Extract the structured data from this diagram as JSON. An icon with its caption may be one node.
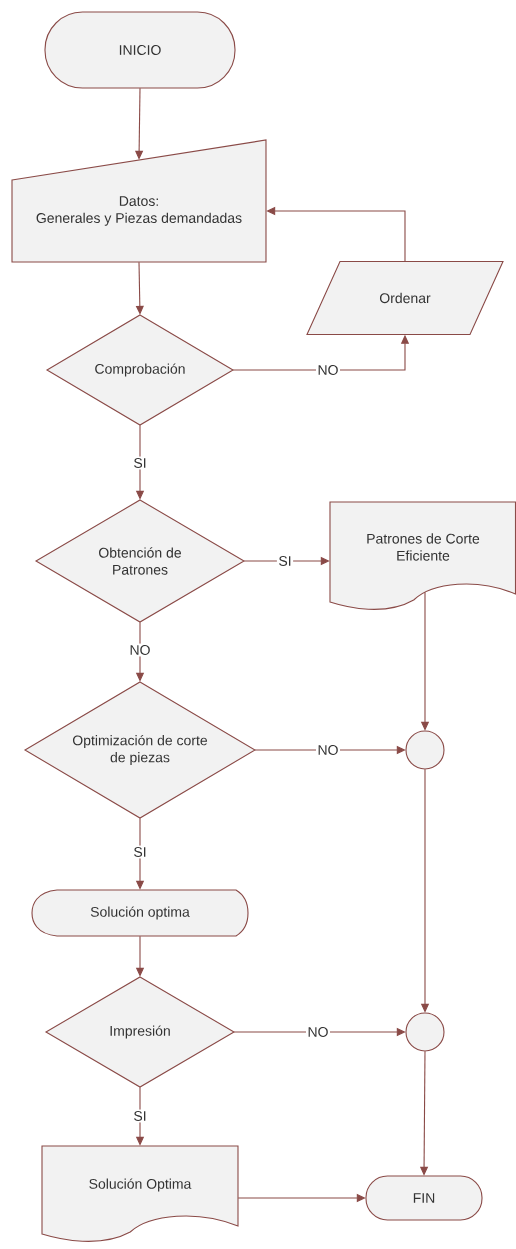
{
  "diagram": {
    "nodes": [
      {
        "text": [
          "INICIO"
        ]
      },
      {
        "text": [
          "Datos:",
          "Generales y Piezas demandadas"
        ]
      },
      {
        "text": [
          "Ordenar"
        ]
      },
      {
        "text": [
          "Comprobación"
        ]
      },
      {
        "text": [
          "Obtención de Patrones"
        ]
      },
      {
        "text": [
          "Patrones de Corte Eficiente"
        ]
      },
      {
        "text": [],
        "shape": "circle"
      },
      {
        "text": [
          "Optimización de corte de piezas"
        ]
      },
      {
        "text": [
          "Solución optima"
        ]
      },
      {
        "text": [
          "Impresión"
        ]
      },
      {
        "text": [],
        "shape": "circle"
      },
      {
        "text": [
          "Solución Optima"
        ]
      },
      {
        "text": [
          "FIN"
        ]
      }
    ],
    "edges": [
      {
        "from": 0,
        "to": 1,
        "arrow": "to"
      },
      {
        "from": 1,
        "to": 3,
        "arrow": "to"
      },
      {
        "from": 3,
        "to": 2,
        "arrow": "to",
        "label": "NO"
      },
      {
        "from": 2,
        "to": 1,
        "arrow": "to"
      },
      {
        "from": 3,
        "to": 4,
        "arrow": "to",
        "label": "SI"
      },
      {
        "from": 4,
        "to": 5,
        "arrow": "to",
        "label": "SI"
      },
      {
        "from": 4,
        "to": 7,
        "arrow": "to",
        "label": "NO"
      },
      {
        "from": 5,
        "to": 6,
        "arrow": "to"
      },
      {
        "from": 7,
        "to": 6,
        "arrow": "to",
        "label": "NO"
      },
      {
        "from": 6,
        "to": 10,
        "arrow": "to"
      },
      {
        "from": 7,
        "to": 8,
        "arrow": "to",
        "label": "SI"
      },
      {
        "from": 8,
        "to": 9,
        "arrow": "to"
      },
      {
        "from": 9,
        "to": 10,
        "arrow": "to",
        "label": "NO"
      },
      {
        "from": 9,
        "to": 11,
        "arrow": "to",
        "label": "SI"
      },
      {
        "from": 10,
        "to": 12,
        "arrow": "to"
      },
      {
        "from": 11,
        "to": 12,
        "arrow": "to"
      }
    ]
  }
}
